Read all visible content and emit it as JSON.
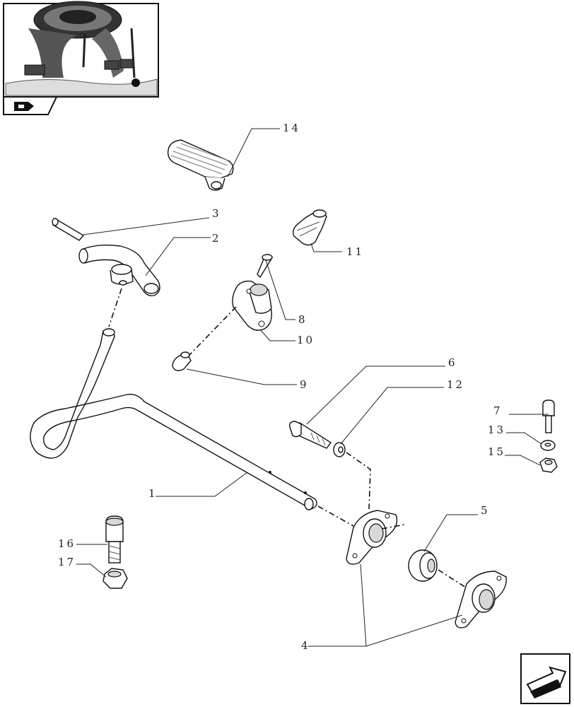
{
  "labels": {
    "p1": "1",
    "p2": "2",
    "p3": "3",
    "p4": "4",
    "p5": "5",
    "p6": "6",
    "p7": "7",
    "p8": "8",
    "p9": "9",
    "p10": "10",
    "p11": "11",
    "p12": "12",
    "p13": "13",
    "p14": "14",
    "p15": "15",
    "p16": "16",
    "p17": "17"
  },
  "icons": {
    "thumbnail": "cab-pedal-location-thumbnail",
    "model_badge": "tractor-model-icon",
    "next": "next-page-arrow-icon"
  }
}
